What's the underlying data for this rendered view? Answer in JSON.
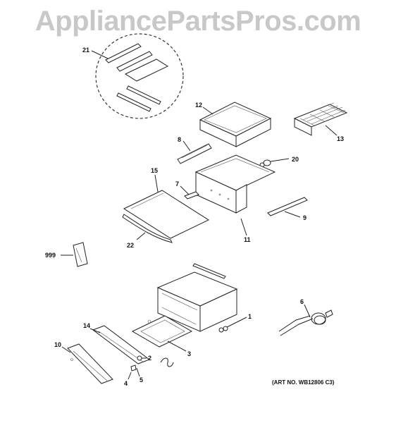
{
  "watermark": "AppliancePartsPros.com",
  "art_number": "(ART NO. WB12806 C3)",
  "callouts": {
    "c1": "1",
    "c2": "2",
    "c3": "3",
    "c4": "4",
    "c5": "5",
    "c6": "6",
    "c7": "7",
    "c8": "8",
    "c9": "9",
    "c10": "10",
    "c11": "11",
    "c12": "12",
    "c13": "13",
    "c14": "14",
    "c15": "15",
    "c20": "20",
    "c21": "21",
    "c22": "22",
    "c999": "999"
  }
}
